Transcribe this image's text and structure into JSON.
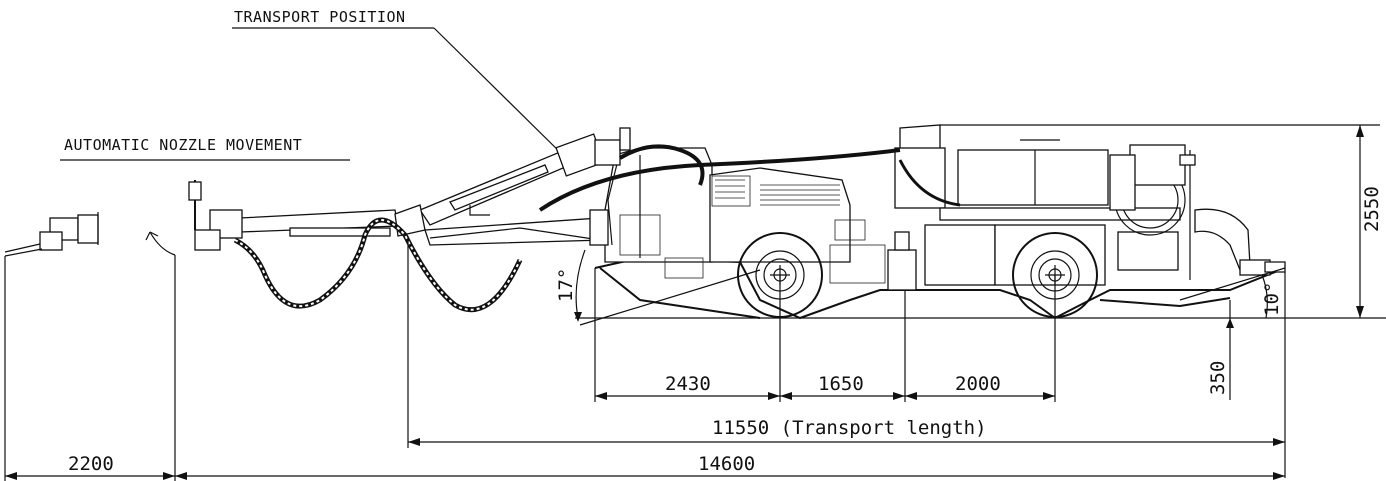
{
  "labels": {
    "transport_position": "TRANSPORT POSITION",
    "automatic_nozzle_movement": "AUTOMATIC NOZZLE MOVEMENT"
  },
  "dimensions": {
    "overall_height": "2550",
    "front_overhang": "2430",
    "wheelbase_front": "1650",
    "wheelbase_rear": "2000",
    "ground_clearance": "350",
    "transport_length": "11550 (Transport length)",
    "total_reach": "14600",
    "nozzle_extension": "2200",
    "approach_angle": "17°",
    "departure_angle": "10°"
  }
}
